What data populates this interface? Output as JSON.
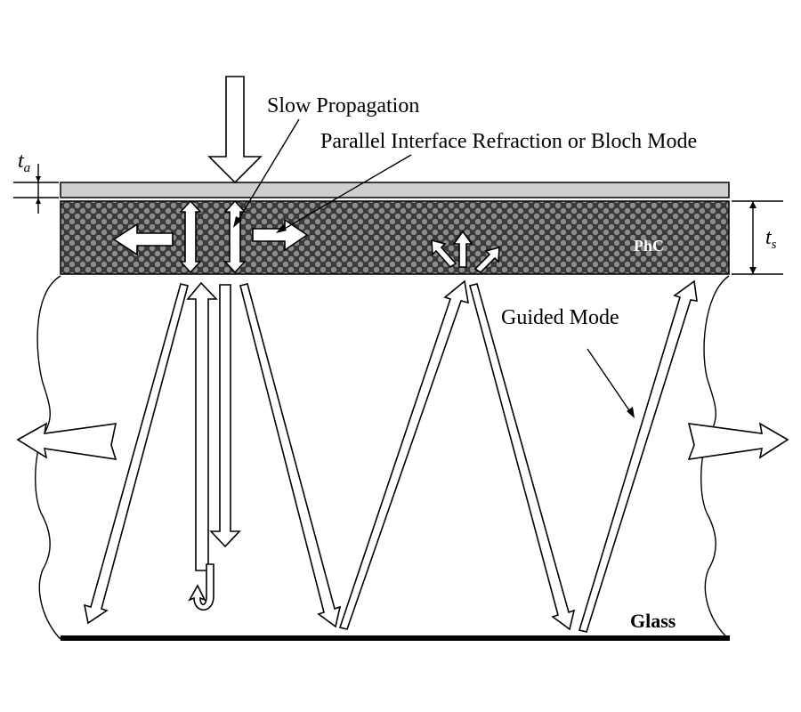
{
  "labels": {
    "slow_propagation": "Slow Propagation",
    "parallel_interface": "Parallel Interface Refraction or Bloch Mode",
    "guided_mode": "Guided Mode",
    "phc": "PhC",
    "glass": "Glass",
    "ta_base": "t",
    "ta_sub": "a",
    "ts_base": "t",
    "ts_sub": "s"
  },
  "colors": {
    "phc_fill": "#3a3a3a",
    "phc_dot": "#8c8c8c",
    "top_layer": "#cfcfcf",
    "glass_line": "#000000"
  }
}
